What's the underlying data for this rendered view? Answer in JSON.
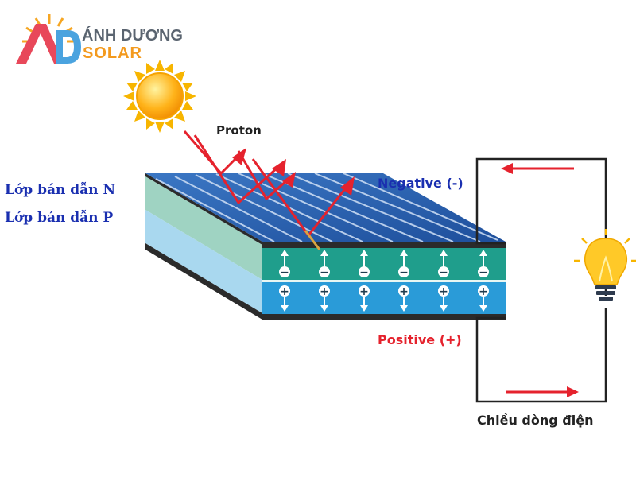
{
  "logo": {
    "brand": "ÁNH DƯƠNG",
    "solar": "SOLAR",
    "monogram": "AD"
  },
  "labels": {
    "proton": "Proton",
    "n_layer": "Lớp bán dẫn N",
    "p_layer": "Lớp bán dẫn P",
    "negative": "Negative (-)",
    "positive": "Positive (+)",
    "current_direction": "Chiều dòng điện"
  },
  "charges": {
    "negative_sign": "−",
    "positive_sign": "+"
  },
  "icons": [
    "sun-icon",
    "light-bulb-icon"
  ],
  "colors": {
    "panel_top": "#2a63b3",
    "n_layer": "#1f9e8c",
    "p_layer": "#2a9bd8",
    "arrow": "#e5222d",
    "label_blue": "#1a2fb0"
  }
}
